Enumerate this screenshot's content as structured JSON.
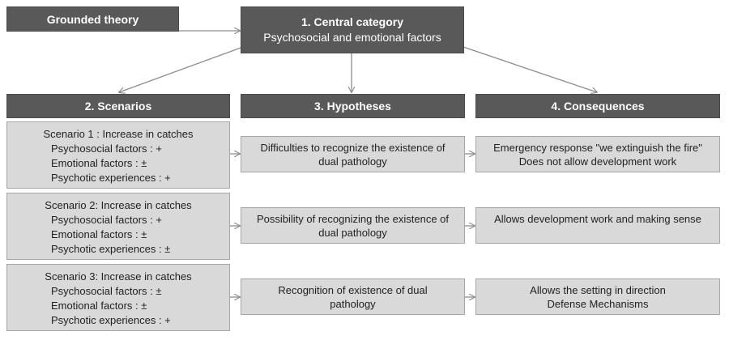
{
  "grounded_theory": "Grounded theory",
  "central": {
    "title": "1. Central category",
    "subtitle": "Psychosocial and emotional factors"
  },
  "headers": {
    "scenarios": "2. Scenarios",
    "hypotheses": "3. Hypotheses",
    "consequences": "4. Consequences"
  },
  "scenarios": [
    {
      "title": "Scenario 1 : Increase in catches",
      "lines": [
        "Psychosocial factors : +",
        "Emotional factors  : ±",
        "Psychotic experiences : +"
      ]
    },
    {
      "title": "Scenario 2: Increase in catches",
      "lines": [
        "Psychosocial factors : +",
        "Emotional factors : ±",
        "Psychotic experiences : ±"
      ]
    },
    {
      "title": "Scenario 3: Increase in catches",
      "lines": [
        "Psychosocial factors : ±",
        "Emotional factors : ±",
        "Psychotic experiences : +"
      ]
    }
  ],
  "hypotheses": [
    [
      "Difficulties to recognize the existence of",
      "dual pathology"
    ],
    [
      "Possibility of recognizing the existence of",
      "dual pathology"
    ],
    [
      "Recognition of existence of dual",
      "pathology"
    ]
  ],
  "consequences": [
    [
      "Emergency response \"we extinguish the fire\"",
      "Does not allow development work"
    ],
    [
      "Allows development work and making sense"
    ],
    [
      "Allows the setting in direction",
      "Defense Mechanisms"
    ]
  ],
  "colors": {
    "header_fill": "#595959",
    "box_fill": "#d9d9d9",
    "arrow": "#8c8c8c"
  }
}
